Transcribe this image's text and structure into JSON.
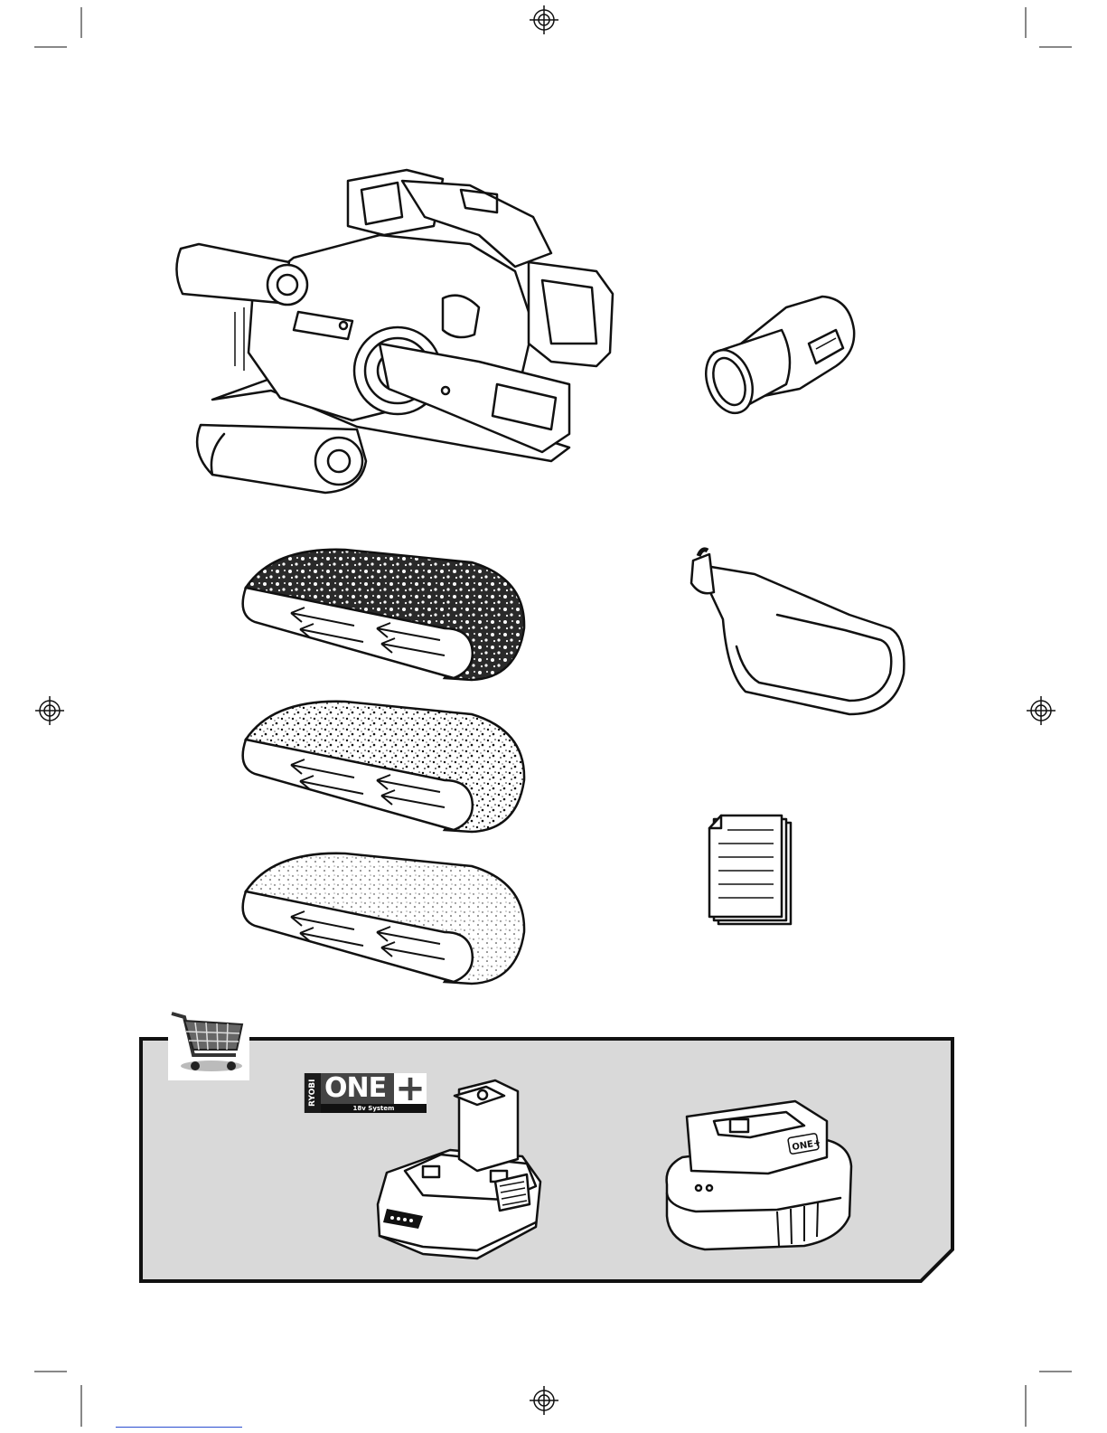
{
  "page": {
    "background": "#ffffff"
  },
  "accessories_panel": {
    "background": "#d9d9d9",
    "border_color": "#111111",
    "cart_icon": "shopping-cart-icon",
    "logo": {
      "brand": "RYOBI",
      "product": "ONE",
      "plus": "+",
      "system": "18v System"
    },
    "charger_badge": "ONE+"
  },
  "items": [
    {
      "name": "belt-sander",
      "icon": "belt-sander-icon"
    },
    {
      "name": "dust-adapter",
      "icon": "dust-adapter-icon"
    },
    {
      "name": "sanding-belt-coarse",
      "icon": "sanding-belt-icon"
    },
    {
      "name": "sanding-belt-medium",
      "icon": "sanding-belt-icon"
    },
    {
      "name": "sanding-belt-fine",
      "icon": "sanding-belt-icon"
    },
    {
      "name": "dust-bag",
      "icon": "dust-bag-icon"
    },
    {
      "name": "operator-manual",
      "icon": "document-icon"
    },
    {
      "name": "battery",
      "icon": "battery-icon"
    },
    {
      "name": "charger",
      "icon": "charger-icon"
    }
  ],
  "marks": {
    "registration_icon": "registration-mark-icon",
    "crop_icon": "crop-mark-icon"
  }
}
